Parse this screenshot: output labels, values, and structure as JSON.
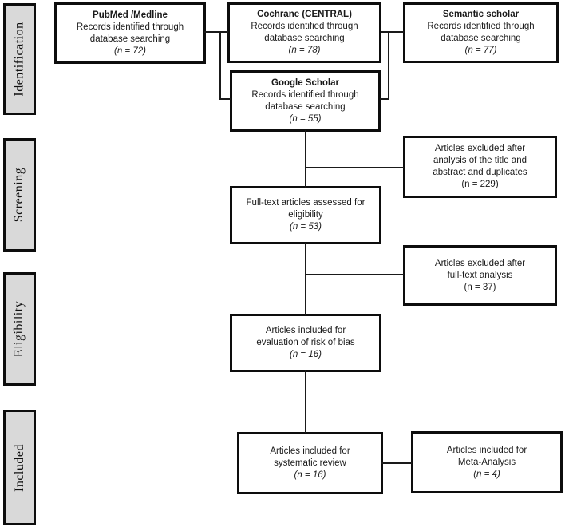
{
  "colors": {
    "border": "#0d0d0d",
    "stage_fill": "#d9d9d9",
    "background": "#ffffff",
    "text": "#1a1a1a"
  },
  "stages": {
    "identification": "Identification",
    "screening": "Screening",
    "eligibility": "Eligibility",
    "included": "Included"
  },
  "boxes": {
    "pubmed": {
      "title": "PubMed /Medline",
      "lines": [
        "Records identified through",
        "database searching"
      ],
      "count": "(n = 72)"
    },
    "cochrane": {
      "title": "Cochrane (CENTRAL)",
      "lines": [
        "Records identified through",
        "database searching"
      ],
      "count": "(n = 78)"
    },
    "semantic": {
      "title": "Semantic scholar",
      "lines": [
        "Records identified through",
        "database searching"
      ],
      "count": "(n = 77)"
    },
    "google": {
      "title": "Google Scholar",
      "lines": [
        "Records identified through",
        "database searching"
      ],
      "count": "(n = 55)"
    },
    "excluded_title": {
      "lines": [
        "Articles excluded after",
        "analysis of the title and",
        "abstract and duplicates"
      ],
      "count": "(n = 229)"
    },
    "fulltext": {
      "lines": [
        "Full-text articles assessed for",
        "eligibility"
      ],
      "count": "(n = 53)"
    },
    "excluded_fulltext": {
      "lines": [
        "Articles excluded after",
        "full-text analysis"
      ],
      "count": "(n = 37)"
    },
    "risk_of_bias": {
      "lines": [
        "Articles included for",
        "evaluation of risk of bias"
      ],
      "count": "(n = 16)"
    },
    "systematic_review": {
      "lines": [
        "Articles included for",
        "systematic review"
      ],
      "count": "(n = 16)"
    },
    "meta_analysis": {
      "lines": [
        "Articles included for",
        "Meta-Analysis"
      ],
      "count": "(n = 4)"
    }
  }
}
